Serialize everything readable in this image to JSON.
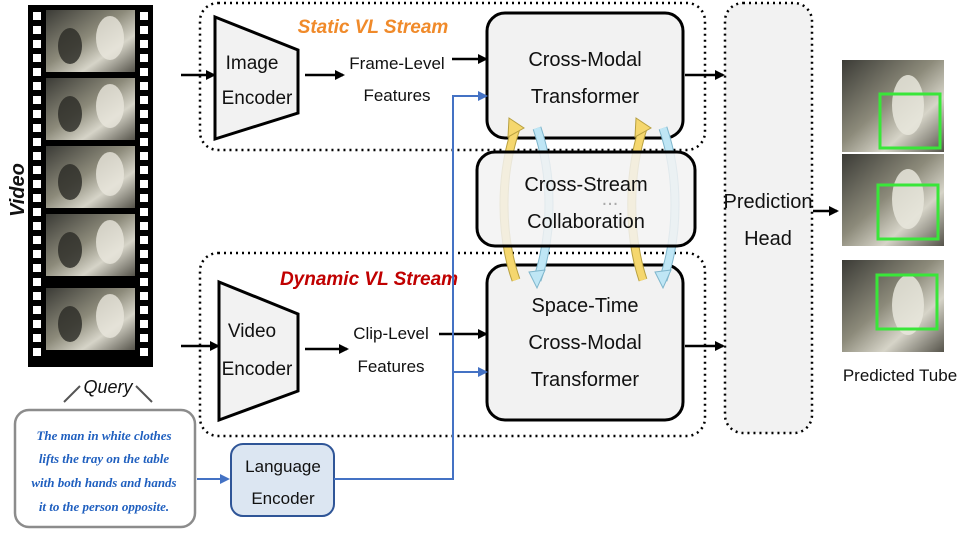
{
  "video_label": "Video",
  "query_label": "Query",
  "query_text": [
    "The man in white clothes",
    "lifts the tray on the table",
    "with both hands and hands",
    "it to the person opposite."
  ],
  "static_stream": {
    "title": "Static VL Stream",
    "encoder": [
      "Image",
      "Encoder"
    ],
    "features": [
      "Frame-Level",
      "Features"
    ],
    "transformer": [
      "Cross-Modal",
      "Transformer"
    ]
  },
  "dynamic_stream": {
    "title": "Dynamic VL Stream",
    "encoder": [
      "Video",
      "Encoder"
    ],
    "features": [
      "Clip-Level",
      "Features"
    ],
    "transformer": [
      "Space-Time",
      "Cross-Modal",
      "Transformer"
    ]
  },
  "collaboration": [
    "Cross-Stream",
    "Collaboration"
  ],
  "collaboration_dots": "...",
  "language_encoder": [
    "Language",
    "Encoder"
  ],
  "prediction_head": [
    "Prediction",
    "Head"
  ],
  "output_label": "Predicted Tube",
  "colors": {
    "static_title": "#f08a2a",
    "dynamic_title": "#c00000",
    "query_text": "#1f5fbf",
    "lang_fill": "#dce6f2",
    "lang_stroke": "#2f5597",
    "blue_arrow": "#4472c4",
    "yellow_arrow": "#f5d76e",
    "cyan_arrow": "#bfe6f5",
    "box_fill": "#f2f2f2",
    "green_box": "#39e639"
  }
}
